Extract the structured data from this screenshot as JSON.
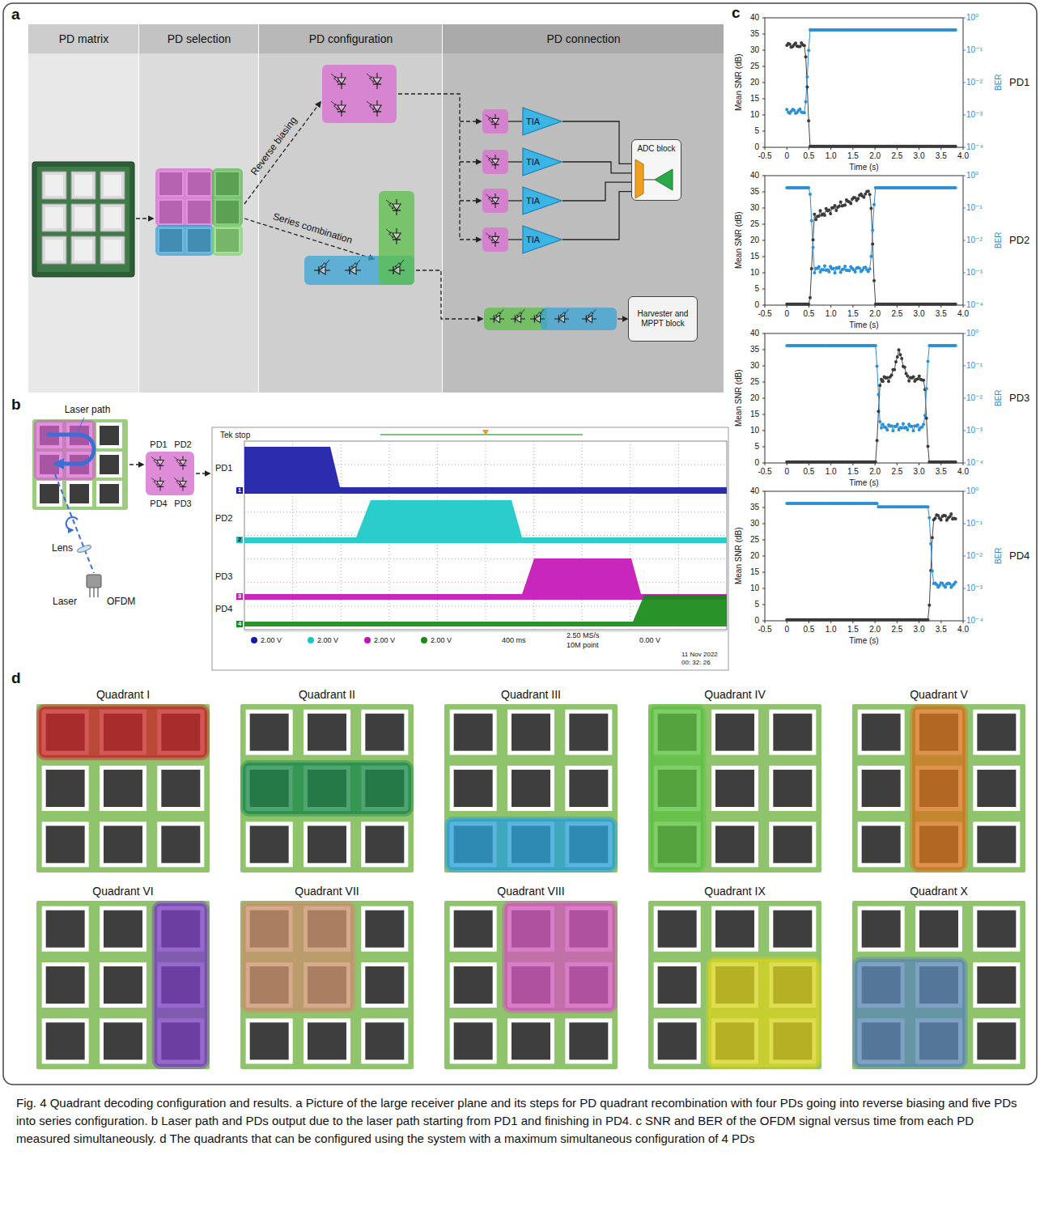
{
  "diagram": {
    "caption": "Fig. 4 Quadrant decoding configuration and results. a Picture of the large receiver plane and its steps for PD quadrant recombination with four PDs going into reverse biasing and five PDs into series configuration. b Laser path and PDs output due to the laser path starting from PD1 and finishing in PD4. c SNR and BER of the OFDM signal versus time from each PD measured simultaneously. d The quadrants that can be configured using the system with a maximum simultaneous configuration of 4 PDs",
    "nodes": [
      {
        "text": [
          "PD matrix"
        ]
      },
      {
        "text": [
          "PD selection"
        ]
      },
      {
        "text": [
          "PD configuration"
        ]
      },
      {
        "text": [
          "PD connection"
        ]
      },
      {
        "text": [
          "TIA"
        ],
        "in": 3
      },
      {
        "text": [
          "TIA"
        ],
        "in": 3
      },
      {
        "text": [
          "TIA"
        ],
        "in": 3
      },
      {
        "text": [
          "TIA"
        ],
        "in": 3
      },
      {
        "text": [
          "ADC block"
        ],
        "in": 3
      },
      {
        "text": [
          "Harvester and MPPT block"
        ],
        "in": 3
      },
      {
        "text": [
          "Quadrant I"
        ]
      },
      {
        "text": [
          "Quadrant II"
        ]
      },
      {
        "text": [
          "Quadrant III"
        ]
      },
      {
        "text": [
          "Quadrant IV"
        ]
      },
      {
        "text": [
          "Quadrant V"
        ]
      },
      {
        "text": [
          "Quadrant VI"
        ]
      },
      {
        "text": [
          "Quadrant VII"
        ]
      },
      {
        "text": [
          "Quadrant VIII"
        ]
      },
      {
        "text": [
          "Quadrant IX"
        ]
      },
      {
        "text": [
          "Quadrant X"
        ]
      }
    ],
    "edges": [
      {
        "from": 4,
        "to": 8,
        "arrow": "none"
      },
      {
        "from": 5,
        "to": 8,
        "arrow": "none"
      },
      {
        "from": 6,
        "to": 8,
        "arrow": "none"
      },
      {
        "from": 7,
        "to": 8,
        "arrow": "none"
      }
    ],
    "labels": [
      "a",
      "b",
      "c",
      "d",
      "Reverse biasing",
      "Series combination",
      "Laser path",
      "Lens",
      "Laser",
      "OFDM",
      "PD1",
      "PD2",
      "PD4",
      "PD3",
      "Tek stop",
      "PD1",
      "PD2",
      "PD3",
      "PD4",
      "1",
      "2",
      "3",
      "4",
      "2.00 V",
      "2.00 V",
      "2.00 V",
      "2.00 V",
      "400 ms",
      "2.50 MS/s",
      "10M point",
      "0.00 V",
      "11 Nov 2022",
      "00: 32: 26",
      "PD1",
      "Mean SNR (dB)",
      "BER",
      "Time (s)",
      "0",
      "5",
      "10",
      "15",
      "20",
      "25",
      "30",
      "35",
      "40",
      "-0.5",
      "0",
      "0.5",
      "1.0",
      "1.5",
      "2.0",
      "2.5",
      "3.0",
      "3.5",
      "4.0",
      "10⁰",
      "10⁻¹",
      "10⁻²",
      "10⁻³",
      "10⁻⁴",
      "PD2",
      "Mean SNR (dB)",
      "BER",
      "Time (s)",
      "0",
      "5",
      "10",
      "15",
      "20",
      "25",
      "30",
      "35",
      "40",
      "-0.5",
      "0",
      "0.5",
      "1.0",
      "1.5",
      "2.0",
      "2.5",
      "3.0",
      "3.5",
      "4.0",
      "10⁰",
      "10⁻¹",
      "10⁻²",
      "10⁻³",
      "10⁻⁴",
      "PD3",
      "Mean SNR (dB)",
      "BER",
      "Time (s)",
      "0",
      "5",
      "10",
      "15",
      "20",
      "25",
      "30",
      "35",
      "40",
      "-0.5",
      "0",
      "0.5",
      "1.0",
      "1.5",
      "2.0",
      "2.5",
      "3.0",
      "3.5",
      "4.0",
      "10⁰",
      "10⁻¹",
      "10⁻²",
      "10⁻³",
      "10⁻⁴",
      "PD4",
      "Mean SNR (dB)",
      "BER",
      "Time (s)",
      "0",
      "5",
      "10",
      "15",
      "20",
      "25",
      "30",
      "35",
      "40",
      "-0.5",
      "0",
      "0.5",
      "1.0",
      "1.5",
      "2.0",
      "2.5",
      "3.0",
      "3.5",
      "4.0",
      "10⁰",
      "10⁻¹",
      "10⁻²",
      "10⁻³",
      "10⁻⁴"
    ]
  }
}
